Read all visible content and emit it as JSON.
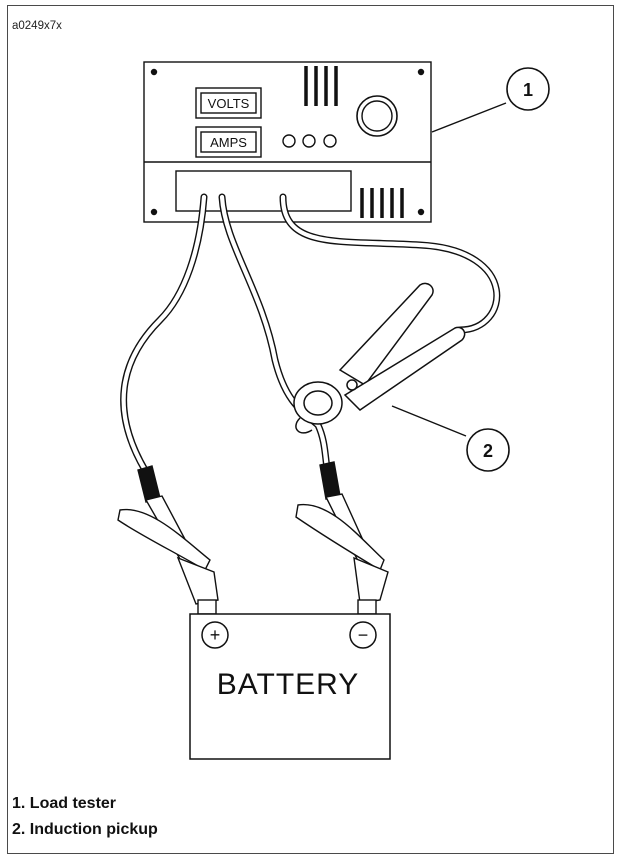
{
  "figure_id": "a0249x7x",
  "tester": {
    "volts_label": "VOLTS",
    "amps_label": "AMPS"
  },
  "battery": {
    "label": "BATTERY",
    "positive_symbol": "+",
    "negative_symbol": "−"
  },
  "callouts": [
    {
      "number": "1",
      "text": "Load tester"
    },
    {
      "number": "2",
      "text": "Induction pickup"
    }
  ],
  "legend": {
    "item1": "1. Load tester",
    "item2": "2. Induction pickup"
  }
}
